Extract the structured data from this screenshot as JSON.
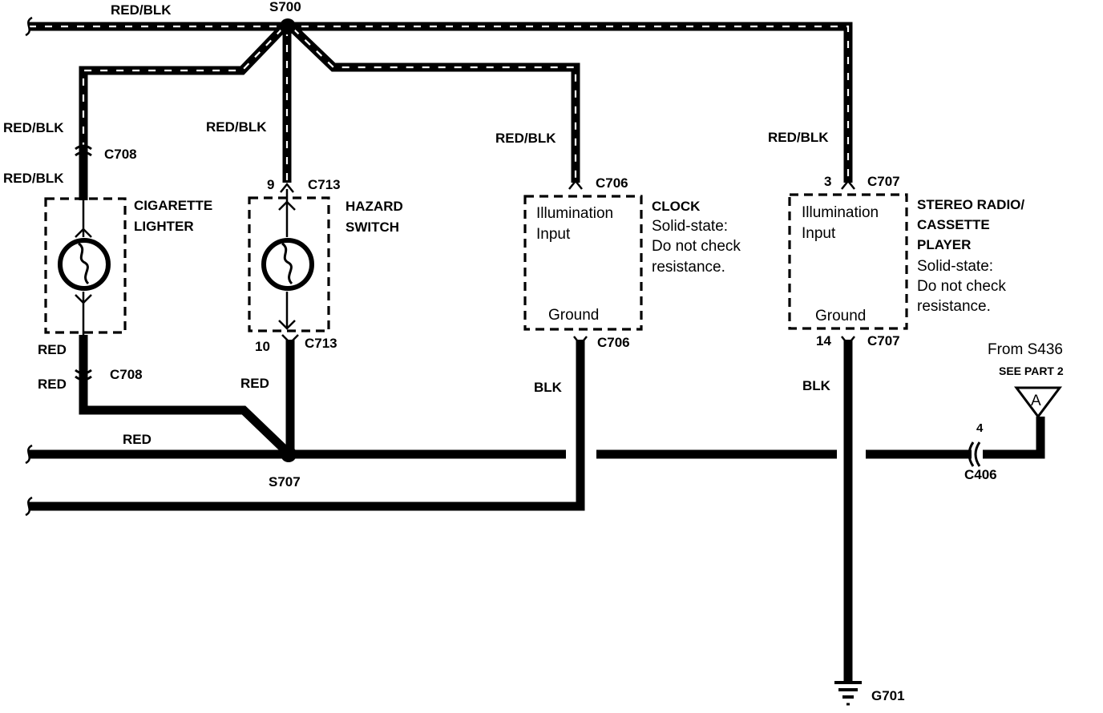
{
  "splices": {
    "top": "S700",
    "bottom": "S707"
  },
  "wires": {
    "top_main": "RED/BLK",
    "lighter_upper": "RED/BLK",
    "lighter_upper2": "RED/BLK",
    "hazard_upper": "RED/BLK",
    "clock_upper": "RED/BLK",
    "radio_upper": "RED/BLK",
    "lighter_lower": "RED",
    "lighter_lower2": "RED",
    "hazard_lower": "RED",
    "bottom_main": "RED",
    "clock_ground": "BLK",
    "radio_ground": "BLK"
  },
  "connectors": {
    "lighter_top": "C708",
    "lighter_bottom": "C708",
    "hazard_top": "C713",
    "hazard_top_pin": "9",
    "hazard_bottom": "C713",
    "hazard_bottom_pin": "10",
    "clock_top": "C706",
    "clock_bottom": "C706",
    "radio_top": "C707",
    "radio_top_pin": "3",
    "radio_bottom": "C707",
    "radio_bottom_pin": "14",
    "c406": "C406",
    "c406_pin": "4"
  },
  "components": {
    "lighter": {
      "line1": "CIGARETTE",
      "line2": "LIGHTER"
    },
    "hazard": {
      "line1": "HAZARD",
      "line2": "SWITCH"
    },
    "clock": {
      "name": "CLOCK",
      "note1": "Solid-state:",
      "note2": "Do not check",
      "note3": "resistance.",
      "input1": "Illumination",
      "input2": "Input",
      "ground": "Ground"
    },
    "radio": {
      "line1": "STEREO RADIO/",
      "line2": "CASSETTE",
      "line3": "PLAYER",
      "note1": "Solid-state:",
      "note2": "Do not check",
      "note3": "resistance.",
      "input1": "Illumination",
      "input2": "Input",
      "ground": "Ground"
    }
  },
  "reference": {
    "from": "From S436",
    "see": "SEE PART 2",
    "marker": "A"
  },
  "ground_point": "G701"
}
